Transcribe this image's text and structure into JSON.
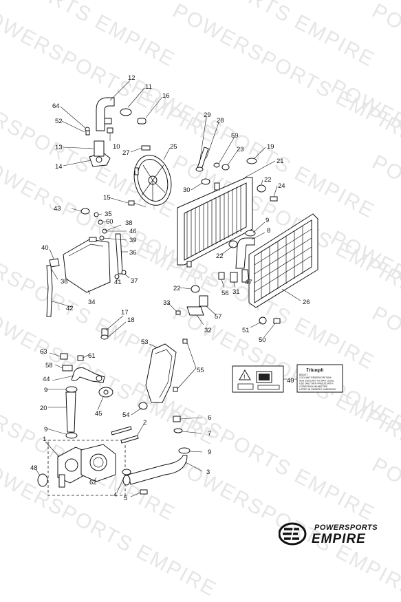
{
  "watermark": "POWERSPORTS EMPIRE",
  "brand": {
    "line1": "POWERSPORTS",
    "line2": "EMPIRE"
  },
  "callouts": [
    "1",
    "2",
    "3",
    "4",
    "5",
    "6",
    "7",
    "8",
    "9",
    "9",
    "9",
    "9",
    "10",
    "11",
    "12",
    "13",
    "14",
    "15",
    "16",
    "17",
    "18",
    "19",
    "20",
    "21",
    "22",
    "22",
    "22",
    "23",
    "24",
    "25",
    "26",
    "27",
    "28",
    "29",
    "30",
    "31",
    "32",
    "33",
    "34",
    "35",
    "36",
    "37",
    "38",
    "38",
    "39",
    "40",
    "41",
    "42",
    "43",
    "44",
    "45",
    "46",
    "47",
    "48",
    "49",
    "50",
    "51",
    "52",
    "53",
    "54",
    "55",
    "56",
    "57",
    "58",
    "59",
    "60",
    "61",
    "62",
    "63",
    "64"
  ],
  "label_card": {
    "brand": "Triumph",
    "lines": [
      "BSD/ET",
      "COOLANT RESERVOIR TANK",
      "ADD COOLANT TO 'MAX' LEVEL",
      "USE ONLY ANTI-FREEZE WITH",
      "CORROSION INHIBITORS",
      "LISTED IN OWNER'S HANDBOOK"
    ]
  },
  "colors": {
    "ink": "#111111",
    "watermark": "#e6e6e6",
    "background": "#ffffff"
  }
}
